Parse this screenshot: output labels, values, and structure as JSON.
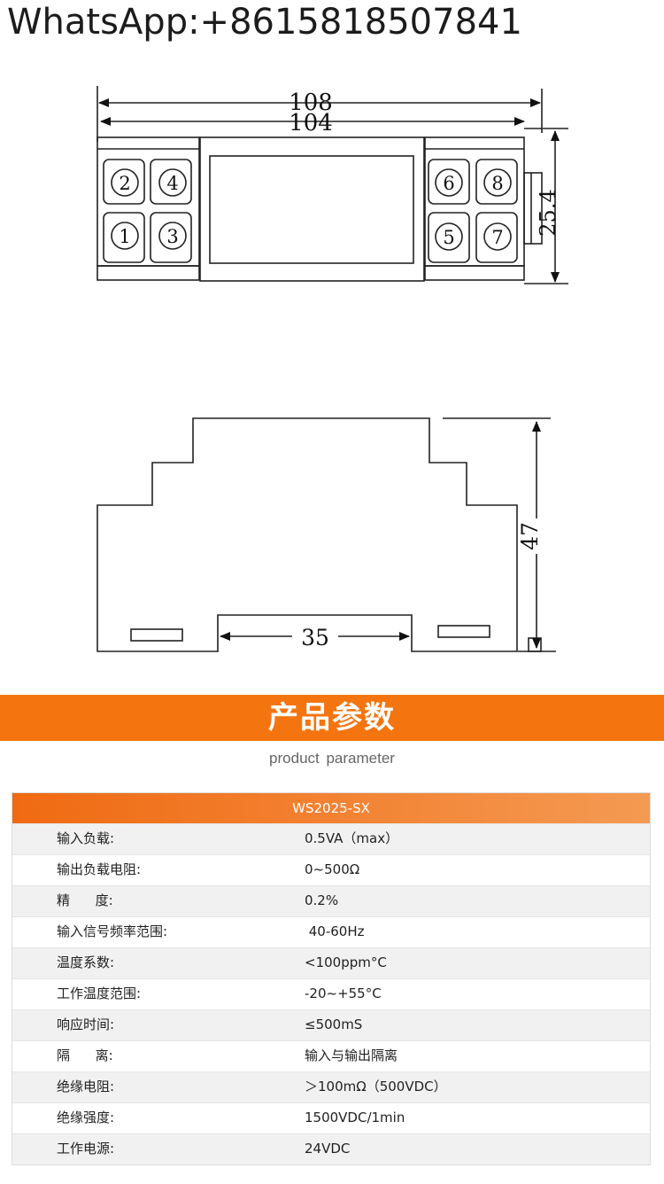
{
  "header": {
    "contact": "WhatsApp:+8615818507841"
  },
  "drawing": {
    "dimensions": {
      "overall_length": "108",
      "body_length": "104",
      "height_front": "25.4",
      "height_side": "47",
      "rail_width": "35"
    },
    "terminals_left": [
      "2",
      "4",
      "1",
      "3"
    ],
    "terminals_right": [
      "6",
      "8",
      "5",
      "7"
    ]
  },
  "section": {
    "title": "产品参数",
    "subtitle": "product  parameter"
  },
  "spec_table": {
    "model": "WS2025-SX",
    "rows": [
      {
        "label": "输入负载:",
        "value": "0.5VA（max）"
      },
      {
        "label": "输出负载电阻:",
        "value": "0~500Ω"
      },
      {
        "label": "精      度:",
        "value": "0.2%"
      },
      {
        "label": "输入信号频率范围:",
        "value": " 40-60Hz"
      },
      {
        "label": "温度系数:",
        "value": "<100ppm°C"
      },
      {
        "label": "工作温度范围:",
        "value": "-20~+55°C"
      },
      {
        "label": "响应时间:",
        "value": "≤500mS"
      },
      {
        "label": "隔      离:",
        "value": "输入与输出隔离"
      },
      {
        "label": "绝缘电阻:",
        "value": "＞100mΩ（500VDC）"
      },
      {
        "label": "绝缘强度:",
        "value": "1500VDC/1min"
      },
      {
        "label": "工作电源:",
        "value": "24VDC"
      }
    ]
  }
}
